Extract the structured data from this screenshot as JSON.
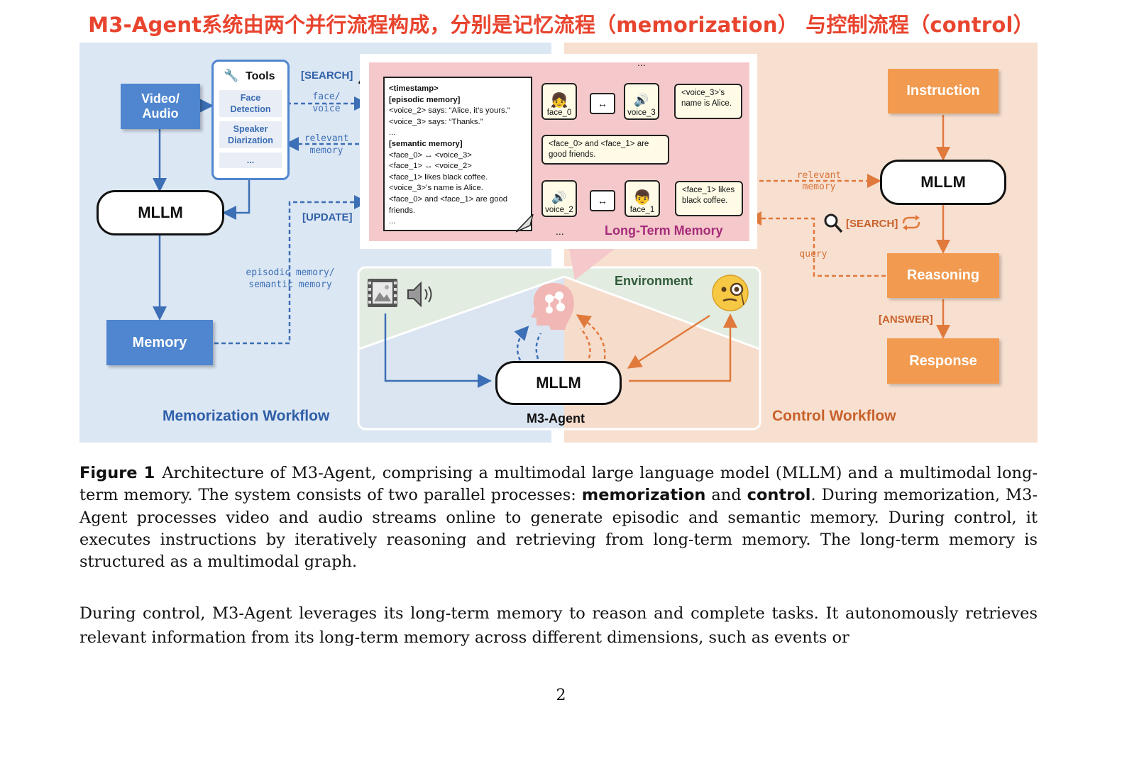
{
  "banner": "M3-Agent系统由两个并行流程构成，分别是记忆流程（memorization） 与控制流程（control）",
  "memorization": {
    "video_audio": "Video/ Audio",
    "tools_title": "Tools",
    "tool_face": "Face Detection",
    "tool_speaker": "Speaker Diarization",
    "tool_more": "...",
    "mllm": "MLLM",
    "memory": "Memory",
    "search_tag": "[SEARCH]",
    "update_tag": "[UPDATE]",
    "face_voice": "face/ voice",
    "relevant_memory": "relevant memory",
    "episodic_semantic": "episodic memory/ semantic memory",
    "workflow_label": "Memorization Workflow"
  },
  "ltm": {
    "note_lines": [
      "<timestamp>",
      "[episodic memory]",
      "<voice_2> says: “Alice, it’s yours.”",
      "<voice_3> says: “Thanks.”",
      "...",
      "[semantic memory]",
      "<face_0> ↔ <voice_3>",
      "<face_1> ↔ <voice_2>",
      "<face_1> likes black coffee.",
      "<voice_3>’s name is Alice.",
      "<face_0> and <face_1> are good friends.",
      "..."
    ],
    "face_0": "face_0",
    "voice_3": "voice_3",
    "voice_2": "voice_2",
    "face_1": "face_1",
    "arrow": "↔",
    "voice3_name": "<voice_3>’s name is Alice.",
    "friends": "<face_0> and <face_1> are good friends.",
    "coffee": "<face_1> likes black coffee.",
    "dots": "...",
    "label": "Long-Term Memory"
  },
  "center": {
    "environment": "Environment",
    "mllm": "MLLM",
    "agent": "M3-Agent"
  },
  "control": {
    "instruction": "Instruction",
    "mllm": "MLLM",
    "reasoning": "Reasoning",
    "response": "Response",
    "answer_tag": "[ANSWER]",
    "search_tag": "[SEARCH]",
    "relevant_memory": "relevant memory",
    "query": "query",
    "workflow_label": "Control Workflow"
  },
  "caption": {
    "figure": "Figure 1",
    "part1": "Architecture of M3-Agent, comprising a multimodal large language model (MLLM) and a multimodal long-term memory. The system consists of two parallel processes: ",
    "bold1": "memorization",
    "part2": " and ",
    "bold2": "control",
    "part3": ". During memorization, M3-Agent processes video and audio streams online to generate episodic and semantic memory. During control, it executes instructions by iteratively reasoning and retrieving from long-term memory. The long-term memory is structured as a multimodal graph."
  },
  "body_text": "During control, M3-Agent leverages its long-term memory to reason and complete tasks. It autonomously retrieves relevant information from its long-term memory across different dimensions, such as events or",
  "page_number": "2",
  "colors": {
    "blue": "#4f86cf",
    "orange": "#f29a4f",
    "banner_red": "#e8442e",
    "pink": "#f5c9cb"
  }
}
